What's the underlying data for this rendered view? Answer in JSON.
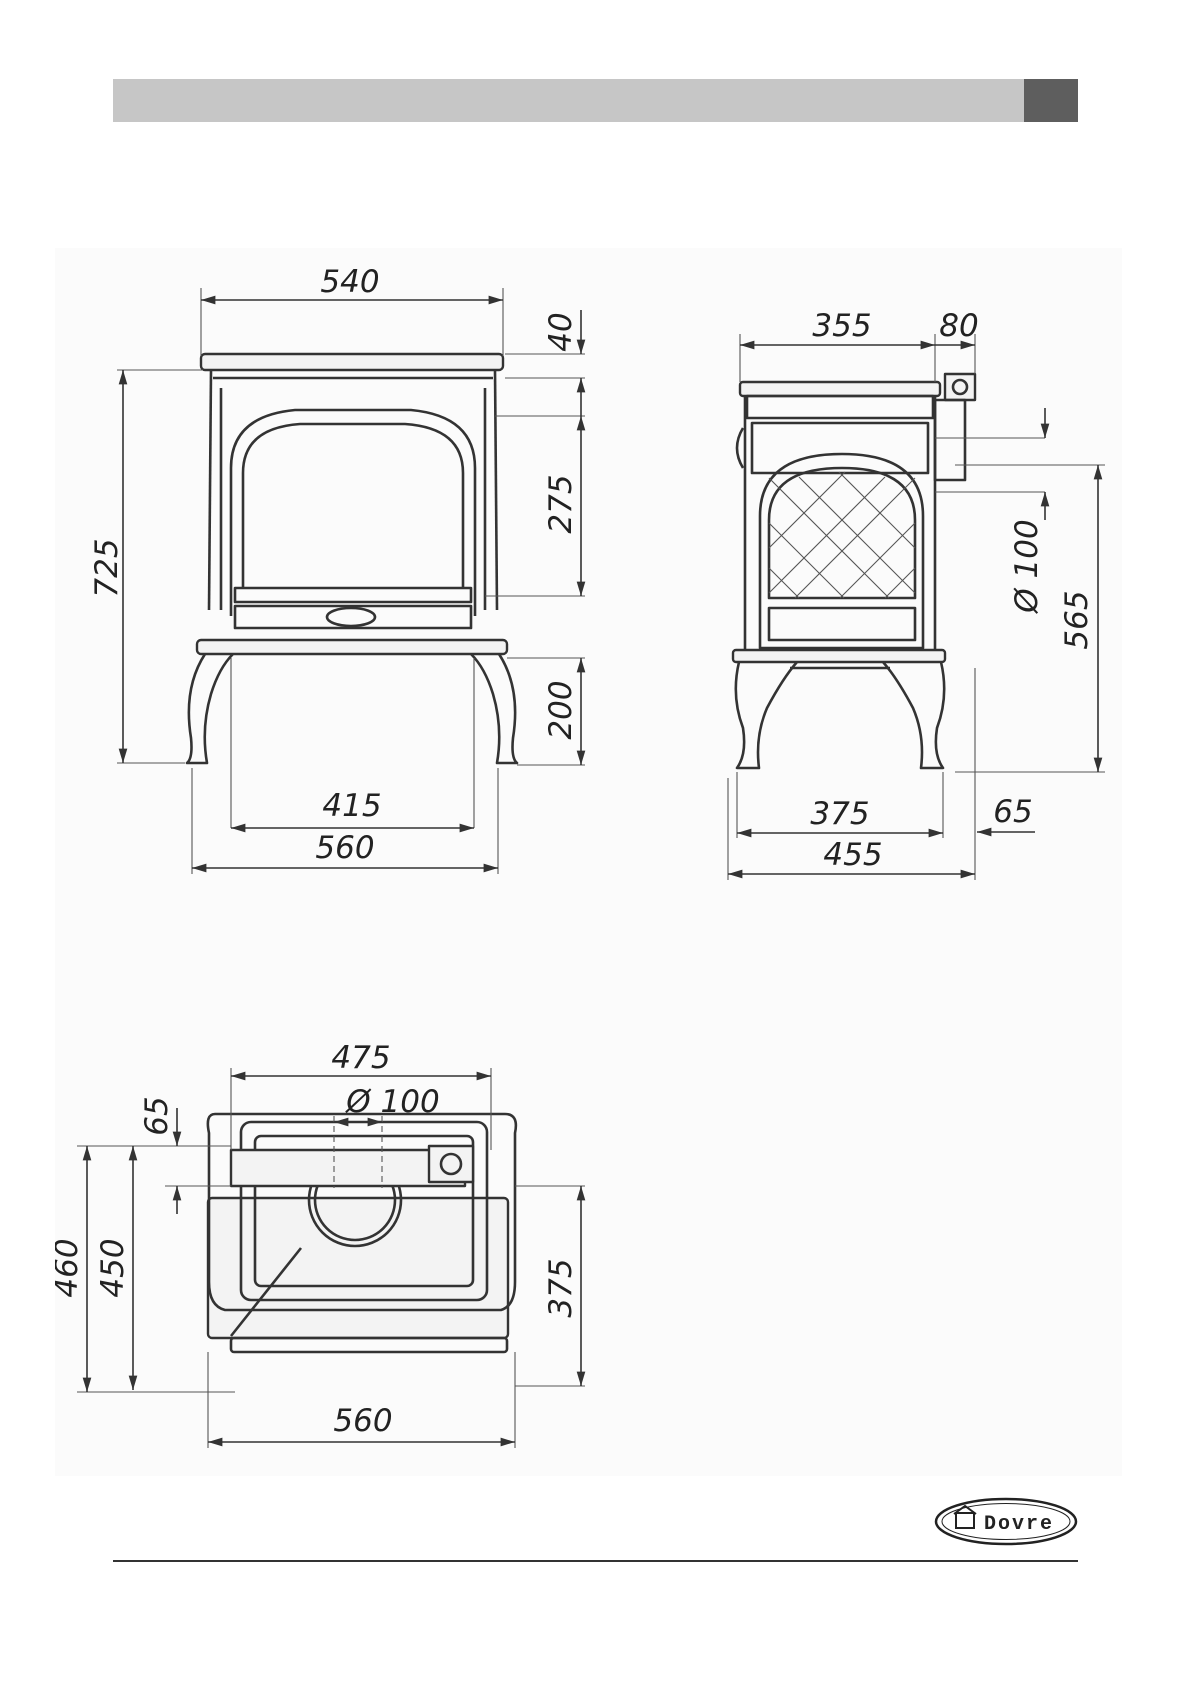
{
  "brand": {
    "logo_text": "Dovre",
    "logo_icon": "house-icon"
  },
  "colors": {
    "header_bar": "#c6c6c6",
    "header_tab": "#5e5e5e",
    "line": "#333333"
  },
  "front_view": {
    "top_width": "540",
    "top_offset": "40",
    "total_height": "725",
    "firebox_height": "275",
    "leg_height": "200",
    "inner_leg_width": "415",
    "base_width": "560"
  },
  "side_view": {
    "depth": "355",
    "flue_offset": "80",
    "flue_diameter": "Ø 100",
    "flue_height": "565",
    "leg_depth": "375",
    "overall_depth": "455",
    "rear_offset": "65"
  },
  "top_view": {
    "width": "475",
    "flue_diameter": "Ø 100",
    "rear_offset": "65",
    "overall_depth": "460",
    "depth": "450",
    "body_depth": "375",
    "base_width": "560"
  }
}
